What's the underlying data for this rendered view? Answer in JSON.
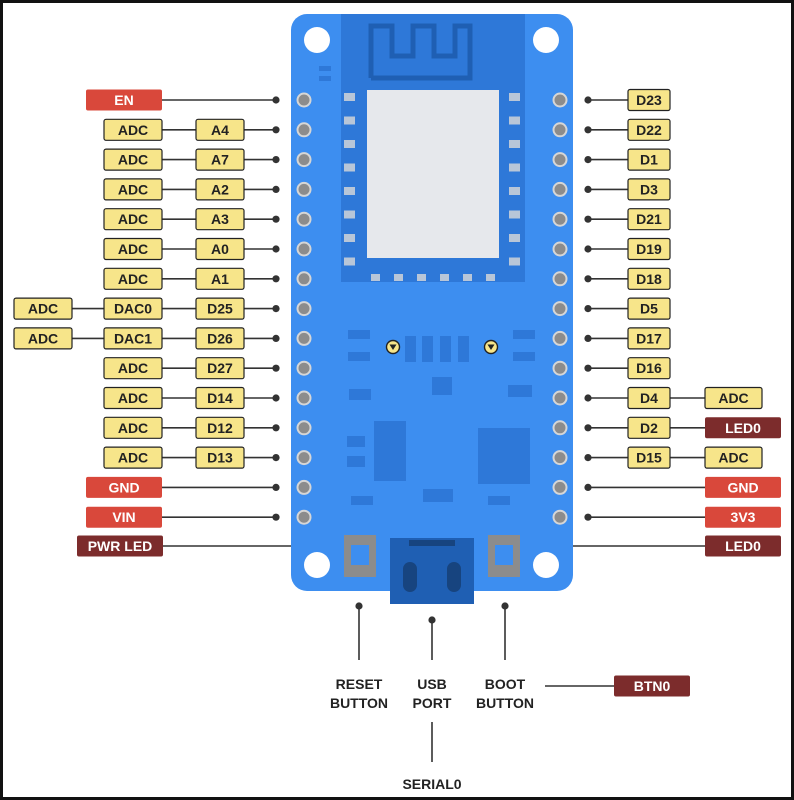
{
  "colors": {
    "board": "#3d8ef0",
    "board_dark": "#2e78d8",
    "chip": "#e6e8ec",
    "pin": "#8c8c8c",
    "yellow": "#f7e58a",
    "red": "#d9483b",
    "dark_red": "#7c2c2c",
    "line": "#333333"
  },
  "left_pins": [
    {
      "id": "en",
      "labels": [
        {
          "text": "EN",
          "style": "red",
          "col": 1
        }
      ]
    },
    {
      "id": "a4",
      "labels": [
        {
          "text": "ADC",
          "style": "yellow",
          "col": 1
        },
        {
          "text": "A4",
          "style": "yellow",
          "col": 0
        }
      ]
    },
    {
      "id": "a7",
      "labels": [
        {
          "text": "ADC",
          "style": "yellow",
          "col": 1
        },
        {
          "text": "A7",
          "style": "yellow",
          "col": 0
        }
      ]
    },
    {
      "id": "a2",
      "labels": [
        {
          "text": "ADC",
          "style": "yellow",
          "col": 1
        },
        {
          "text": "A2",
          "style": "yellow",
          "col": 0
        }
      ]
    },
    {
      "id": "a3",
      "labels": [
        {
          "text": "ADC",
          "style": "yellow",
          "col": 1
        },
        {
          "text": "A3",
          "style": "yellow",
          "col": 0
        }
      ]
    },
    {
      "id": "a0",
      "labels": [
        {
          "text": "ADC",
          "style": "yellow",
          "col": 1
        },
        {
          "text": "A0",
          "style": "yellow",
          "col": 0
        }
      ]
    },
    {
      "id": "a1",
      "labels": [
        {
          "text": "ADC",
          "style": "yellow",
          "col": 1
        },
        {
          "text": "A1",
          "style": "yellow",
          "col": 0
        }
      ]
    },
    {
      "id": "d25",
      "labels": [
        {
          "text": "ADC",
          "style": "yellow",
          "col": 2
        },
        {
          "text": "DAC0",
          "style": "yellow",
          "col": 1
        },
        {
          "text": "D25",
          "style": "yellow",
          "col": 0
        }
      ]
    },
    {
      "id": "d26",
      "labels": [
        {
          "text": "ADC",
          "style": "yellow",
          "col": 2
        },
        {
          "text": "DAC1",
          "style": "yellow",
          "col": 1
        },
        {
          "text": "D26",
          "style": "yellow",
          "col": 0
        }
      ]
    },
    {
      "id": "d27",
      "labels": [
        {
          "text": "ADC",
          "style": "yellow",
          "col": 1
        },
        {
          "text": "D27",
          "style": "yellow",
          "col": 0
        }
      ]
    },
    {
      "id": "d14",
      "labels": [
        {
          "text": "ADC",
          "style": "yellow",
          "col": 1
        },
        {
          "text": "D14",
          "style": "yellow",
          "col": 0
        }
      ]
    },
    {
      "id": "d12",
      "labels": [
        {
          "text": "ADC",
          "style": "yellow",
          "col": 1
        },
        {
          "text": "D12",
          "style": "yellow",
          "col": 0
        }
      ]
    },
    {
      "id": "d13",
      "labels": [
        {
          "text": "ADC",
          "style": "yellow",
          "col": 1
        },
        {
          "text": "D13",
          "style": "yellow",
          "col": 0
        }
      ]
    },
    {
      "id": "gnd",
      "labels": [
        {
          "text": "GND",
          "style": "red",
          "col": 1
        }
      ]
    },
    {
      "id": "vin",
      "labels": [
        {
          "text": "VIN",
          "style": "red",
          "col": 1
        }
      ]
    }
  ],
  "right_pins": [
    {
      "id": "d23",
      "labels": [
        {
          "text": "D23",
          "style": "yellow",
          "col": 0
        }
      ]
    },
    {
      "id": "d22",
      "labels": [
        {
          "text": "D22",
          "style": "yellow",
          "col": 0
        }
      ]
    },
    {
      "id": "d1",
      "labels": [
        {
          "text": "D1",
          "style": "yellow",
          "col": 0
        }
      ]
    },
    {
      "id": "d3",
      "labels": [
        {
          "text": "D3",
          "style": "yellow",
          "col": 0
        }
      ]
    },
    {
      "id": "d21",
      "labels": [
        {
          "text": "D21",
          "style": "yellow",
          "col": 0
        }
      ]
    },
    {
      "id": "d19",
      "labels": [
        {
          "text": "D19",
          "style": "yellow",
          "col": 0
        }
      ]
    },
    {
      "id": "d18",
      "labels": [
        {
          "text": "D18",
          "style": "yellow",
          "col": 0
        }
      ]
    },
    {
      "id": "d5",
      "labels": [
        {
          "text": "D5",
          "style": "yellow",
          "col": 0
        }
      ]
    },
    {
      "id": "d17",
      "labels": [
        {
          "text": "D17",
          "style": "yellow",
          "col": 0
        }
      ]
    },
    {
      "id": "d16",
      "labels": [
        {
          "text": "D16",
          "style": "yellow",
          "col": 0
        }
      ]
    },
    {
      "id": "d4",
      "labels": [
        {
          "text": "D4",
          "style": "yellow",
          "col": 0
        },
        {
          "text": "ADC",
          "style": "yellow",
          "col": 1
        }
      ]
    },
    {
      "id": "d2",
      "labels": [
        {
          "text": "D2",
          "style": "yellow",
          "col": 0
        },
        {
          "text": "LED0",
          "style": "dark_red",
          "col": 1
        }
      ]
    },
    {
      "id": "d15",
      "labels": [
        {
          "text": "D15",
          "style": "yellow",
          "col": 0
        },
        {
          "text": "ADC",
          "style": "yellow",
          "col": 1
        }
      ]
    },
    {
      "id": "gnd-r",
      "labels": [
        {
          "text": "GND",
          "style": "red",
          "col": 1
        }
      ]
    },
    {
      "id": "3v3",
      "labels": [
        {
          "text": "3V3",
          "style": "red",
          "col": 1
        }
      ]
    }
  ],
  "extra_labels": {
    "pwr_led": {
      "text": "PWR LED",
      "style": "dark_red"
    },
    "led0_bottom": {
      "text": "LED0",
      "style": "dark_red"
    },
    "btn0": {
      "text": "BTN0",
      "style": "dark_red"
    }
  },
  "bottom": {
    "reset": [
      "RESET",
      "BUTTON"
    ],
    "usb": [
      "USB",
      "PORT"
    ],
    "boot": [
      "BOOT",
      "BUTTON"
    ],
    "serial": "SERIAL0"
  }
}
